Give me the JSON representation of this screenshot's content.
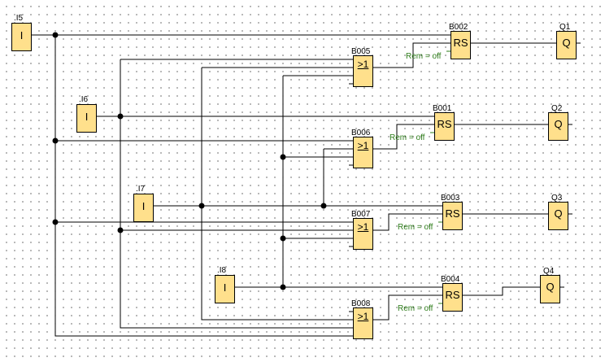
{
  "diagram": {
    "inputs": [
      {
        "id": "I5",
        "label": ".I5",
        "symbol": "I"
      },
      {
        "id": "I6",
        "label": ".I6",
        "symbol": "I"
      },
      {
        "id": "I7",
        "label": ".I7",
        "symbol": "I"
      },
      {
        "id": "I8",
        "label": ".I8",
        "symbol": "I"
      }
    ],
    "or_gates": [
      {
        "id": "B005",
        "label": "B005",
        "symbol": ">1"
      },
      {
        "id": "B006",
        "label": "B006",
        "symbol": ">1"
      },
      {
        "id": "B007",
        "label": "B007",
        "symbol": ">1"
      },
      {
        "id": "B008",
        "label": "B008",
        "symbol": ">1"
      }
    ],
    "rs_blocks": [
      {
        "id": "B002",
        "label": "B002",
        "symbol": "RS",
        "param": "Rem = off"
      },
      {
        "id": "B001",
        "label": "B001",
        "symbol": "RS",
        "param": "Rem = off"
      },
      {
        "id": "B003",
        "label": "B003",
        "symbol": "RS",
        "param": "Rem = off"
      },
      {
        "id": "B004",
        "label": "B004",
        "symbol": "RS",
        "param": "Rem = off"
      }
    ],
    "outputs": [
      {
        "id": "Q1",
        "label": "Q1",
        "symbol": "Q"
      },
      {
        "id": "Q2",
        "label": "Q2",
        "symbol": "Q"
      },
      {
        "id": "Q3",
        "label": "Q3",
        "symbol": "Q"
      },
      {
        "id": "Q4",
        "label": "Q4",
        "symbol": "Q"
      }
    ],
    "colors": {
      "block_fill": "#ffe08c",
      "wire": "#000000",
      "param_text": "#2e7d1a"
    }
  }
}
